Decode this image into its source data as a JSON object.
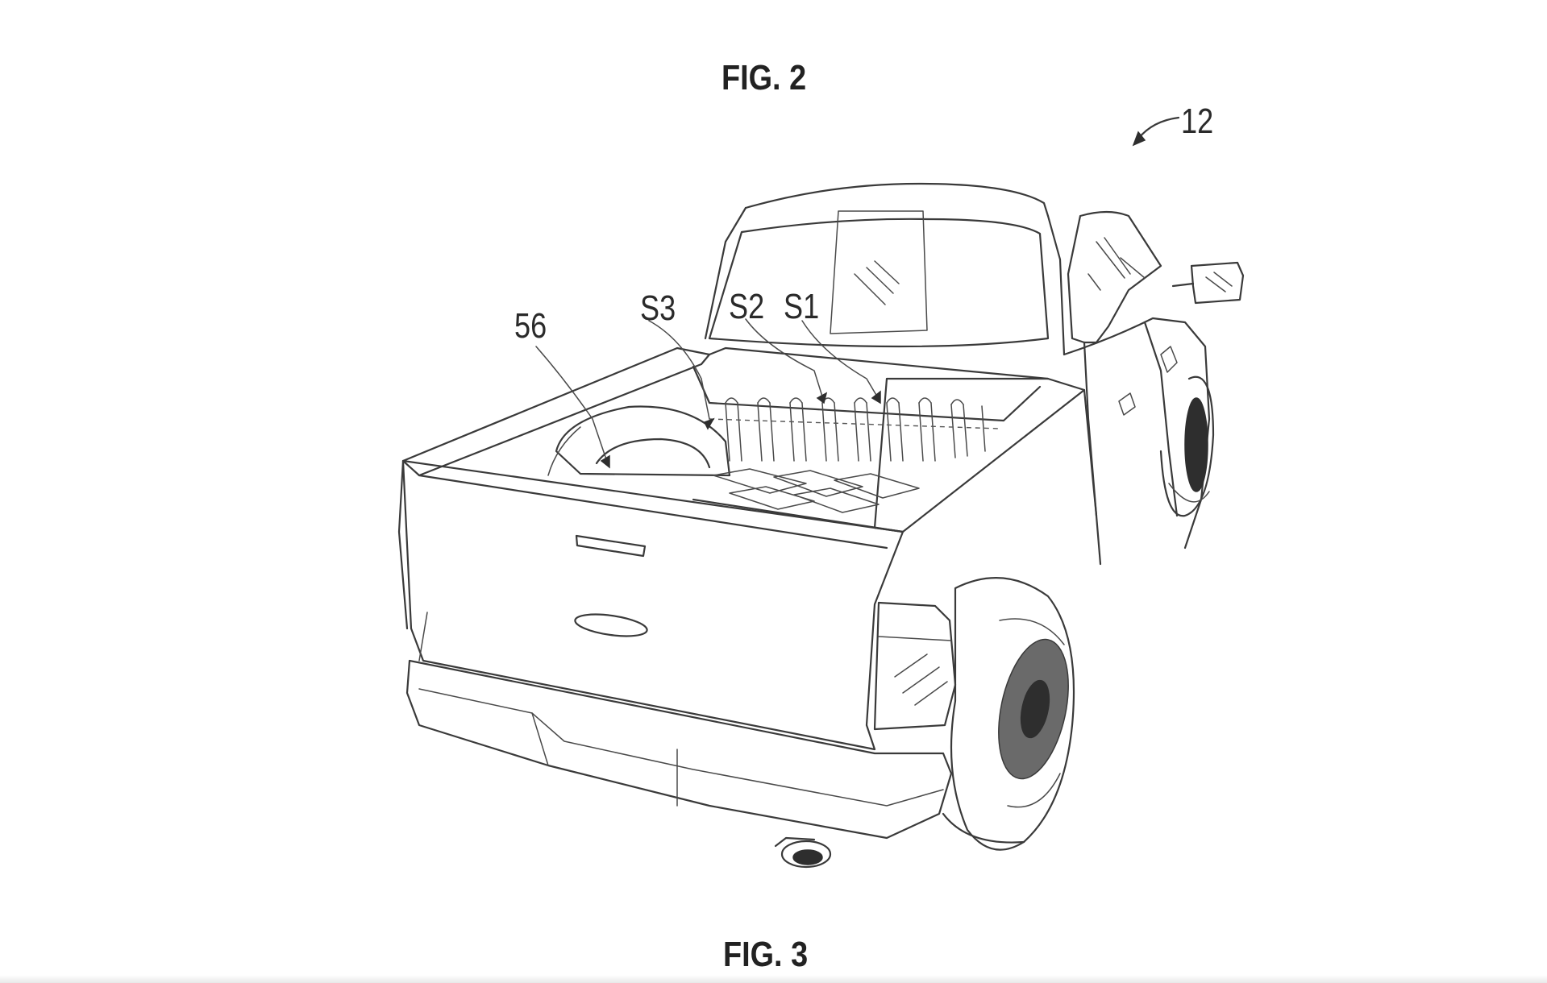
{
  "figures": {
    "fig2_title": "FIG. 2",
    "fig3_title": "FIG. 3"
  },
  "reference_labels": {
    "vehicle": "12",
    "spare_tire": "56",
    "s3": "S3",
    "s2": "S2",
    "s1": "S1"
  },
  "icons": {
    "drawing": "pickup-truck-rear-perspective-illustration"
  }
}
